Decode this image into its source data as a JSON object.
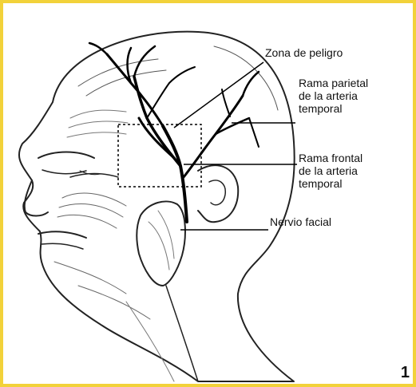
{
  "labels": {
    "danger_zone": "Zona de peligro",
    "parietal_branch": [
      "Rama parietal",
      "de la arteria",
      "temporal"
    ],
    "frontal_branch": [
      "Rama frontal",
      "de la arteria",
      "temporal"
    ],
    "facial_nerve": "Nervio facial"
  },
  "figure_number": "1",
  "colors": {
    "frame_border": "#f2d23a",
    "ink": "#111111",
    "background": "#ffffff"
  }
}
